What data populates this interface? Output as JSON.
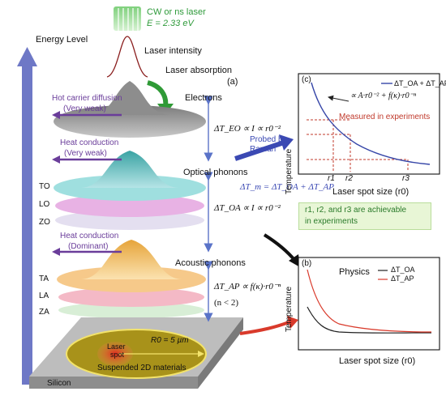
{
  "laser": {
    "line1": "CW or ns laser",
    "line2": "E = 2.33 eV"
  },
  "labels": {
    "energy_level": "Energy Level",
    "laser_intensity": "Laser intensity",
    "laser_absorption": "Laser absorption",
    "panel_a": "(a)",
    "hot_carrier": "Hot carrier diffusion",
    "hot_carrier_strength": "(Very weak)",
    "electrons": "Electrons",
    "heat_conduction_1": "Heat conduction",
    "heat_conduction_1_strength": "(Very weak)",
    "optical_phonons": "Optical phonons",
    "probed_by": "Probed by",
    "raman": "Raman",
    "heat_conduction_2": "Heat conduction",
    "heat_conduction_2_strength": "(Dominant)",
    "acoustic_phonons": "Acoustic phonons",
    "silicon": "Silicon",
    "r0": "R0 = 5 µm",
    "laser_spot_1": "Laser",
    "laser_spot_2": "spot",
    "suspended": "Suspended 2D materials"
  },
  "phonon_modes": [
    "TO",
    "LO",
    "ZO",
    "TA",
    "LA",
    "ZA"
  ],
  "equations": {
    "eo": "ΔT_EO ∝ I ∝ r0⁻²",
    "oa": "ΔT_OA ∝ I ∝ r0⁻²",
    "m": "ΔT_m = ΔT_OA + ΔT_AP",
    "ap": "ΔT_AP ∝ f(κ)·r0⁻ⁿ",
    "n": "(n < 2)"
  },
  "panel_c": {
    "tag": "(c)",
    "ylabel": "Temperature",
    "xlabel": "Laser spot size (r0)",
    "legend": "ΔT_OA + ΔT_AP",
    "formula": "∝ A·r0⁻² + f(κ)·r0⁻ⁿ",
    "measured": "Measured in experiments",
    "ticks": [
      "r1",
      "r2",
      "r3"
    ]
  },
  "note": {
    "line1": "r1, r2, and r3 are achievable",
    "line2": "in experiments"
  },
  "panel_b": {
    "tag": "(b)",
    "ylabel": "Temperature",
    "xlabel": "Laser spot size (r0)",
    "physics": "Physics",
    "legend": [
      {
        "name": "ΔT_OA",
        "color": "#222222"
      },
      {
        "name": "ΔT_AP",
        "color": "#d93a2b"
      }
    ]
  },
  "colors": {
    "arrow": "#6b6cc4",
    "green_arrow": "#2f9a36",
    "red_arrow": "#d93a2b",
    "curve_blue": "#3646a8"
  }
}
